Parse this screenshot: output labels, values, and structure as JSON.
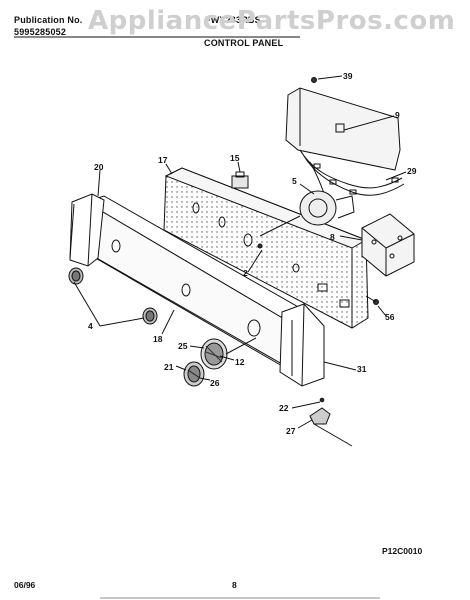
{
  "header": {
    "publication_label": "Publication No.",
    "publication_number": "5995285052",
    "model": "FWX233RBS",
    "section_title": "CONTROL PANEL"
  },
  "watermark": "AppliancePartsPros.com",
  "callouts": {
    "c39": "39",
    "c9": "9",
    "c15": "15",
    "c17": "17",
    "c20": "20",
    "c5": "5",
    "c29": "29",
    "c8": "8",
    "c2": "2",
    "c56": "56",
    "c4": "4",
    "c18": "18",
    "c25": "25",
    "c12": "12",
    "c21": "21",
    "c26": "26",
    "c31": "31",
    "c22": "22",
    "c27": "27"
  },
  "diagram_code": "P12C0010",
  "footer": {
    "date": "06/96",
    "page": "8"
  }
}
